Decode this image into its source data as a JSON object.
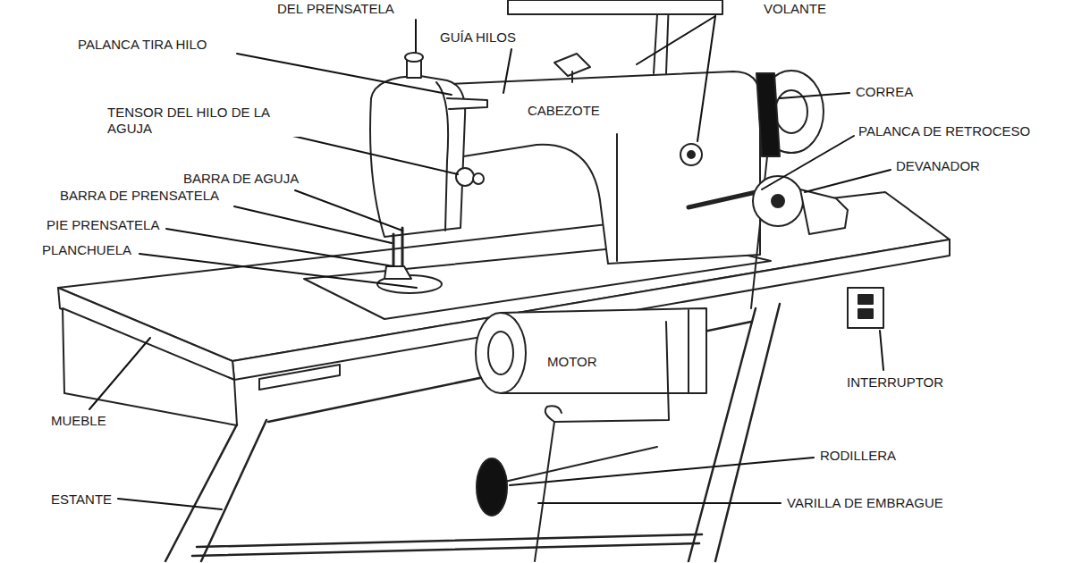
{
  "diagram": {
    "labels": [
      "DEL PRENSATELA",
      "VOLANTE",
      "GUÍA HILOS",
      "PALANCA TIRA HILO",
      "CORREA",
      "CABEZOTE",
      "TENSOR DEL HILO DE LA AGUJA",
      "PALANCA DE RETROCESO",
      "DEVANADOR",
      "BARRA DE AGUJA",
      "BARRA DE PRENSATELA",
      "PIE PRENSATELA",
      "PLANCHUELA",
      "MOTOR",
      "INTERRUPTOR",
      "MUEBLE",
      "RODILLERA",
      "ESTANTE",
      "VARILLA DE EMBRAGUE"
    ]
  }
}
